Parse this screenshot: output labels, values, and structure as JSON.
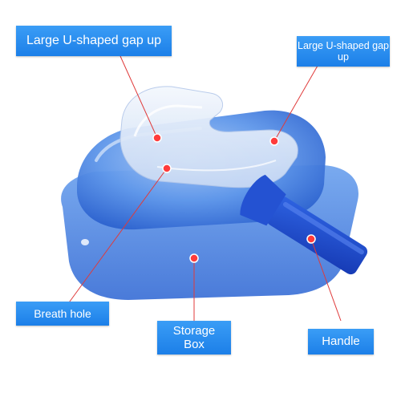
{
  "photo": {
    "subject": "mouthguard-with-storage-case-and-handle"
  },
  "callouts": {
    "gap_up_left": "Large U-shaped gap up",
    "gap_up_right": "Large U-shaped gap up",
    "breath_hole": "Breath hole",
    "storage_box": "Storage Box",
    "handle": "Handle"
  },
  "colors": {
    "callout_blue": "#2a8ef0",
    "leader_red": "#e03a3a",
    "case_blue": "#3f7bdc",
    "handle_blue": "#1f4fd1"
  }
}
